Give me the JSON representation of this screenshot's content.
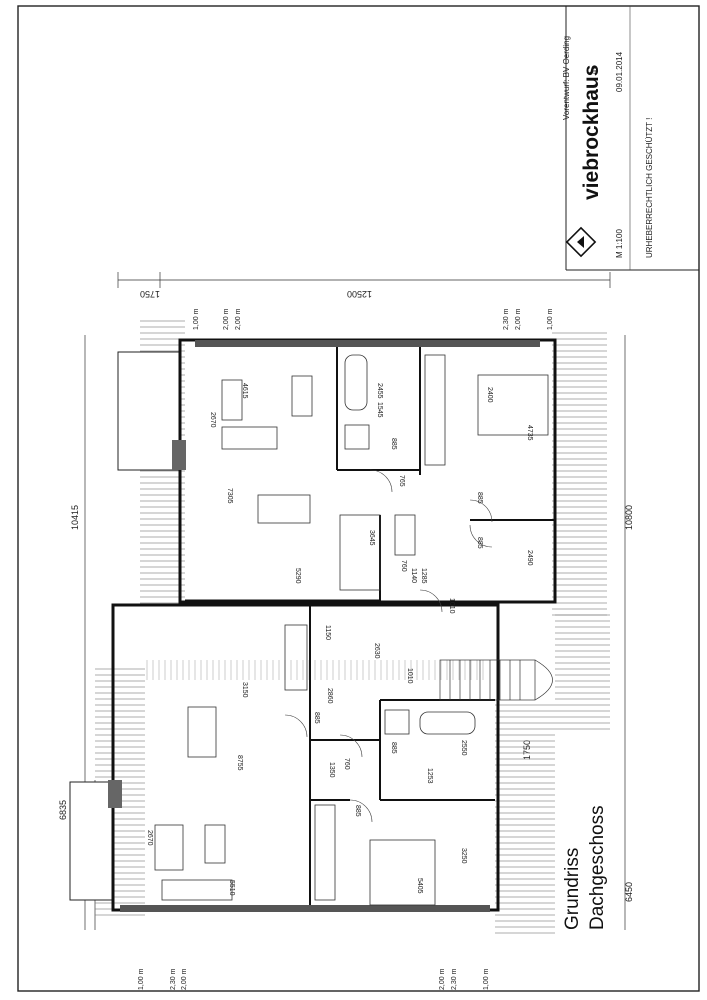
{
  "title_block": {
    "project": "Vorentwurf: BV Oerding",
    "brand": "viebrockhaus",
    "registered_mark": "®",
    "scale": "M 1:100",
    "date": "09.01.2014",
    "copyright": "URHEBERRECHTLICH GESCHÜTZT !"
  },
  "drawing_title": {
    "line1": "Grundriss",
    "line2": "Dachgeschoss"
  },
  "overall_dimensions": {
    "top_total": "10415",
    "bottom_total": "10800",
    "right_total": "12500",
    "right_overhang": "1750",
    "left_overhang": "1750",
    "left_width": "6835",
    "bottom_left": "6450"
  },
  "upper_unit": {
    "living": "7305",
    "living_depth": "2670",
    "sofa_width": "4615",
    "kitchen": "5290",
    "hall": "3645",
    "bath": "2455",
    "bath_small": "1545",
    "bed_length": "2400",
    "bed_room": "4735",
    "storage": "2490",
    "wc": "1140",
    "wc_door": "1285",
    "door_765": "765",
    "door_885a": "885",
    "door_885b": "885",
    "door_885c": "885",
    "door_760": "760",
    "door_1010": "1010"
  },
  "lower_unit": {
    "living": "8755",
    "kitchen": "3150",
    "living_depth": "2670",
    "sofa_width": "5510",
    "hall": "2860",
    "stair": "2630",
    "wc": "1150",
    "corridor": "1350",
    "bath": "2550",
    "bath_wc": "1253",
    "bed_room": "3250",
    "bed_length": "5405",
    "door_885a": "885",
    "door_885b": "885",
    "door_760": "760",
    "door_885c": "885",
    "door_1010": "1010"
  },
  "heights": {
    "h100": "1,00 m",
    "h200": "2,00 m",
    "h230": "2,30 m"
  }
}
